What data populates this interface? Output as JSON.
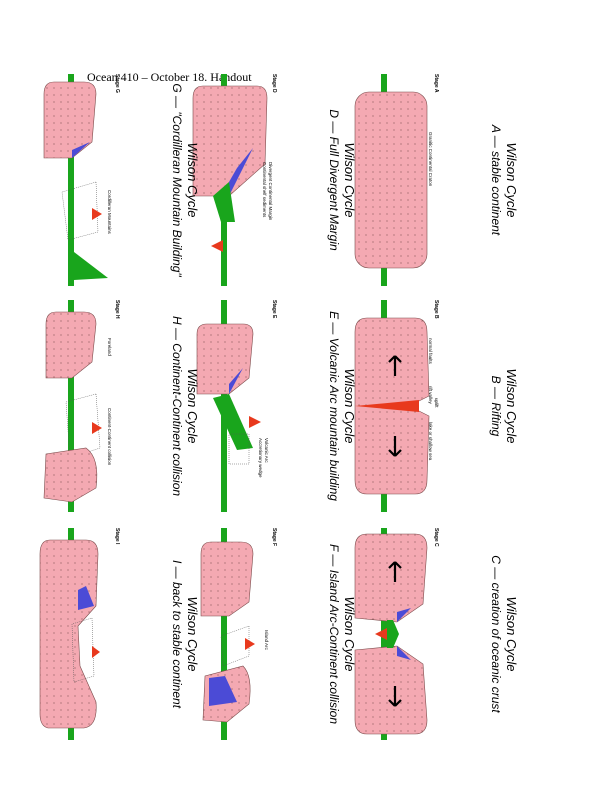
{
  "header": {
    "title": "Ocean 410 – October 18. Handout"
  },
  "panels": {
    "a": {
      "title": "Wilson Cycle",
      "subtitle": "A — stable continent",
      "stage": "Stage A",
      "label1": "Granitic Continental Craton"
    },
    "b": {
      "title": "Wilson Cycle",
      "subtitle": "B — Rifting",
      "stage": "Stage B",
      "label1": "normal faults",
      "label2": "rift valley",
      "label3": "lake or shallow sea",
      "label4": "uplift"
    },
    "c": {
      "title": "Wilson Cycle",
      "subtitle": "C — creation of oceanic crust",
      "stage": "Stage C"
    },
    "d": {
      "title": "Wilson Cycle",
      "subtitle": "D — Full Divergent Margin",
      "stage": "Stage D",
      "label1": "Divergent Continental Margin",
      "label2": "Continental shelf sediments"
    },
    "e": {
      "title": "Wilson Cycle",
      "subtitle": "E — Volcanic Arc mountain building",
      "stage": "Stage E",
      "label1": "Volcanic Arc",
      "label2": "Accretionary wedge"
    },
    "f": {
      "title": "Wilson Cycle",
      "subtitle": "F — Island Arc-Continent collision",
      "stage": "Stage F",
      "label1": "Island Arc"
    },
    "g": {
      "title": "Wilson Cycle",
      "subtitle": "G — \"Cordilleran Mountain Building\"",
      "stage": "Stage G",
      "label1": "Cordilleran Mountains"
    },
    "h": {
      "title": "Wilson Cycle",
      "subtitle": "H — Continent-Continent collision",
      "stage": "Stage H",
      "label1": "Foreland",
      "label2": "Continent-Continent collision"
    },
    "i": {
      "title": "Wilson Cycle",
      "subtitle": "I — back to stable continent",
      "stage": "Stage I"
    }
  },
  "colors": {
    "continent": "#f4a9b2",
    "oceanic": "#19a51c",
    "sediment": "#4b4bd6",
    "magma": "#e8391d",
    "outline": "#7a4a4a"
  }
}
